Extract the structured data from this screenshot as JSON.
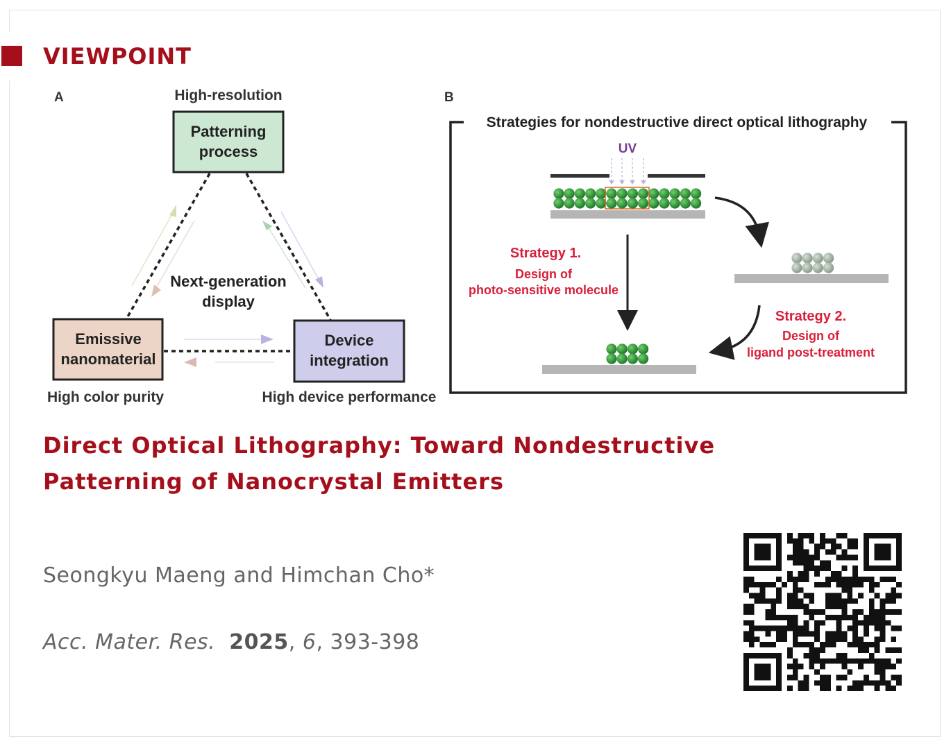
{
  "section_label": "VIEWPOINT",
  "colors": {
    "accent": "#a50f1b",
    "patterning_box": "#cde8d2",
    "emissive_box": "#ecd5c6",
    "device_box": "#cfcdec",
    "strategy_text": "#d8203a",
    "uv_text": "#7a3b9a"
  },
  "figure": {
    "panel_a": {
      "label": "A",
      "top_caption": "High-resolution",
      "patterning": [
        "Patterning",
        "process"
      ],
      "center": [
        "Next-generation",
        "display"
      ],
      "emissive": [
        "Emissive",
        "nanomaterial"
      ],
      "device": [
        "Device",
        "integration"
      ],
      "left_caption": "High color purity",
      "right_caption": "High device performance"
    },
    "panel_b": {
      "label": "B",
      "title": "Strategies for nondestructive direct optical lithography",
      "uv": "UV",
      "strategy1": {
        "title": "Strategy 1.",
        "line1": "Design of",
        "line2": "photo-sensitive molecule"
      },
      "strategy2": {
        "title": "Strategy 2.",
        "line1": "Design of",
        "line2": "ligand post-treatment"
      }
    }
  },
  "article": {
    "title": "Direct Optical Lithography: Toward Nondestructive Patterning of Nanocrystal Emitters",
    "authors": "Seongkyu Maeng and Himchan Cho*",
    "journal": "Acc. Mater. Res.",
    "year": "2025",
    "volume": "6",
    "pages": "393-398"
  }
}
